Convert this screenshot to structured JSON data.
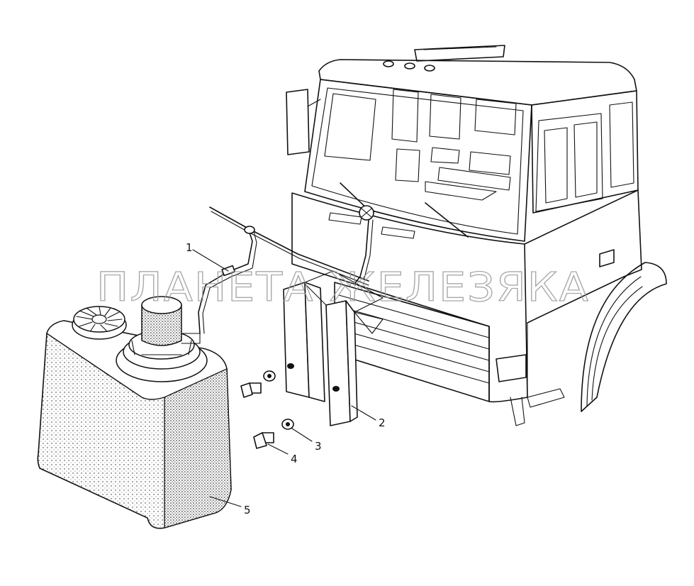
{
  "watermark": "ПЛАНЕТА ЖЕЛЕЗЯКА",
  "callouts": [
    {
      "id": "1",
      "label": "1"
    },
    {
      "id": "2",
      "label": "2"
    },
    {
      "id": "3",
      "label": "3"
    },
    {
      "id": "4",
      "label": "4"
    },
    {
      "id": "5",
      "label": "5"
    }
  ]
}
